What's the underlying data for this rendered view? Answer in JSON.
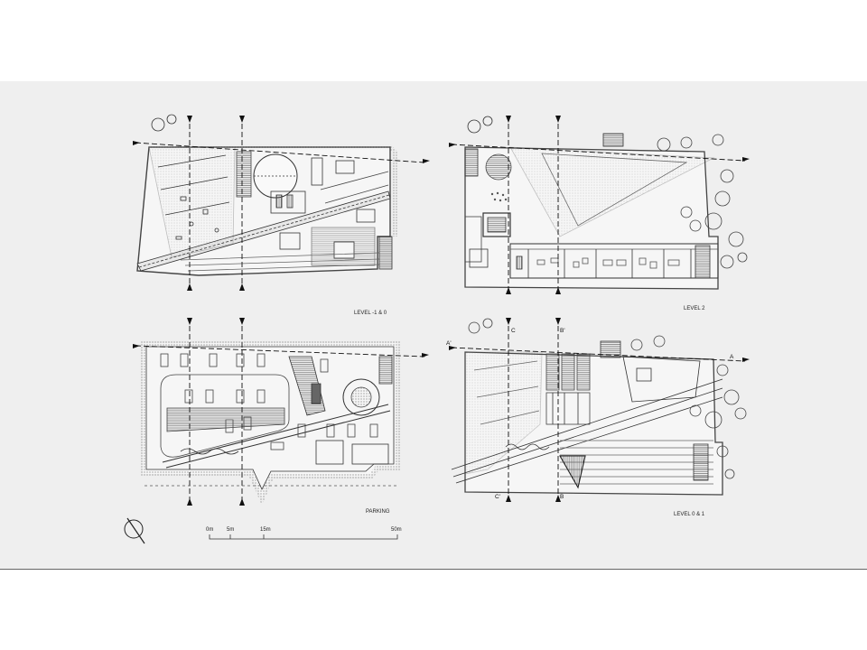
{
  "plans": {
    "level_m1_0": {
      "label": "LEVEL -1 & 0"
    },
    "level_2": {
      "label": "LEVEL 2"
    },
    "parking": {
      "label": "PARKING"
    },
    "level_0_1": {
      "label": "LEVEL 0 & 1"
    }
  },
  "section_marks": {
    "a_left": "A'",
    "a_right": "A",
    "b_top": "B'",
    "b_bottom": "B",
    "c_top": "C",
    "c_bottom": "C'"
  },
  "scale_bar": {
    "ticks": [
      "0m",
      "5m",
      "15m",
      "50m"
    ]
  },
  "north_arrow": {
    "icon": "north-arrow-icon"
  },
  "colors": {
    "sheet": "#efefef",
    "ink": "#333333",
    "hatch": "#8a8a8a"
  }
}
